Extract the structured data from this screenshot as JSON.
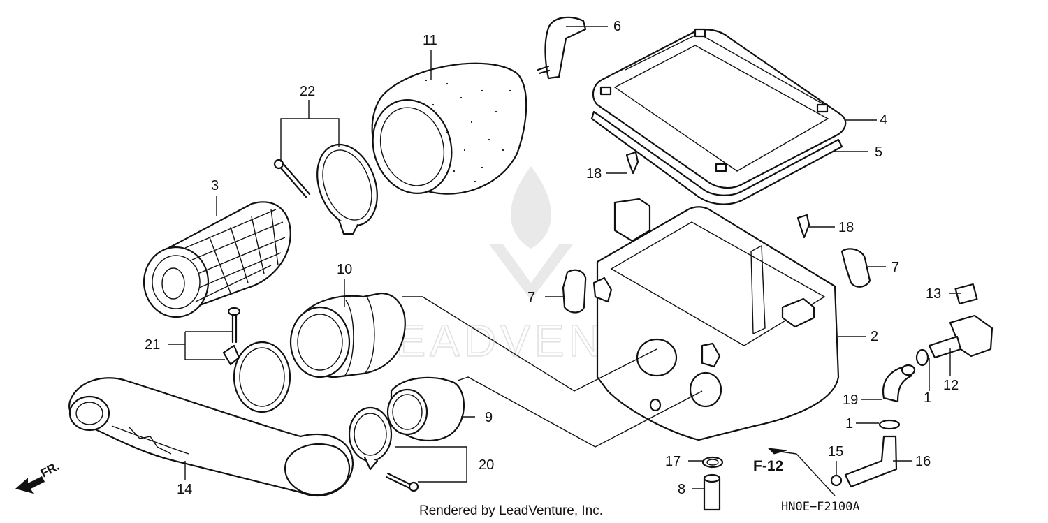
{
  "colors": {
    "line": "#111111",
    "background": "#ffffff",
    "watermark": "#e6e6e6"
  },
  "watermark": {
    "icon": "flame-v-logo-watermark",
    "text": "LEADVENTURE"
  },
  "callouts": {
    "c1a": "1",
    "c1b": "1",
    "c2": "2",
    "c3": "3",
    "c4": "4",
    "c5": "5",
    "c6": "6",
    "c7a": "7",
    "c7b": "7",
    "c8": "8",
    "c9": "9",
    "c10": "10",
    "c11": "11",
    "c12": "12",
    "c13": "13",
    "c14": "14",
    "c15": "15",
    "c16": "16",
    "c17": "17",
    "c18a": "18",
    "c18b": "18",
    "c19": "19",
    "c20": "20",
    "c21": "21",
    "c22": "22"
  },
  "reference": {
    "label": "F-12",
    "icon": "arrow-icon"
  },
  "front_indicator": {
    "label": "FR.",
    "icon": "front-arrow-icon"
  },
  "footer": {
    "credit": "Rendered by LeadVenture, Inc.",
    "diagram_code": "HN0E−F2100A"
  }
}
